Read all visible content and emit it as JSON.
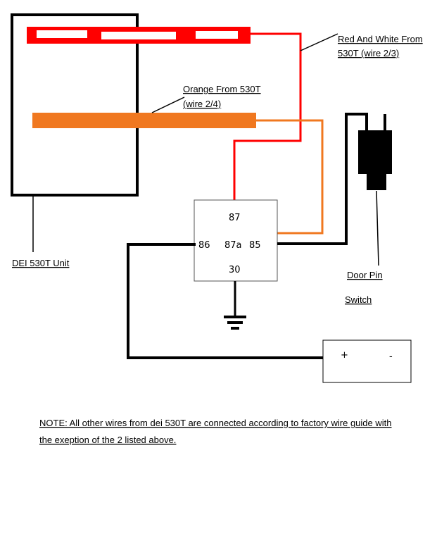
{
  "labels": {
    "red_white_line1": "Red And White From",
    "red_white_line2": "530T (wire 2/3)",
    "orange_line1": "Orange From 530T",
    "orange_line2": "(wire 2/4)",
    "dei_unit": "DEI 530T Unit",
    "door_pin_line1": "Door Pin",
    "door_pin_line2": "Switch",
    "note_line1": "NOTE: All other wires from dei 530T are connected according to factory wire guide with",
    "note_line2": "the exeption of the 2 listed above."
  },
  "relay": {
    "pin_87": "87",
    "pin_86": "86",
    "pin_87a": "87a",
    "pin_85": "85",
    "pin_30": "30"
  },
  "battery": {
    "positive": "+",
    "negative": "-"
  },
  "colors": {
    "red_wire": "#ff0000",
    "orange_wire": "#f07820",
    "black": "#000000",
    "white": "#ffffff",
    "relay_border": "#555555"
  }
}
